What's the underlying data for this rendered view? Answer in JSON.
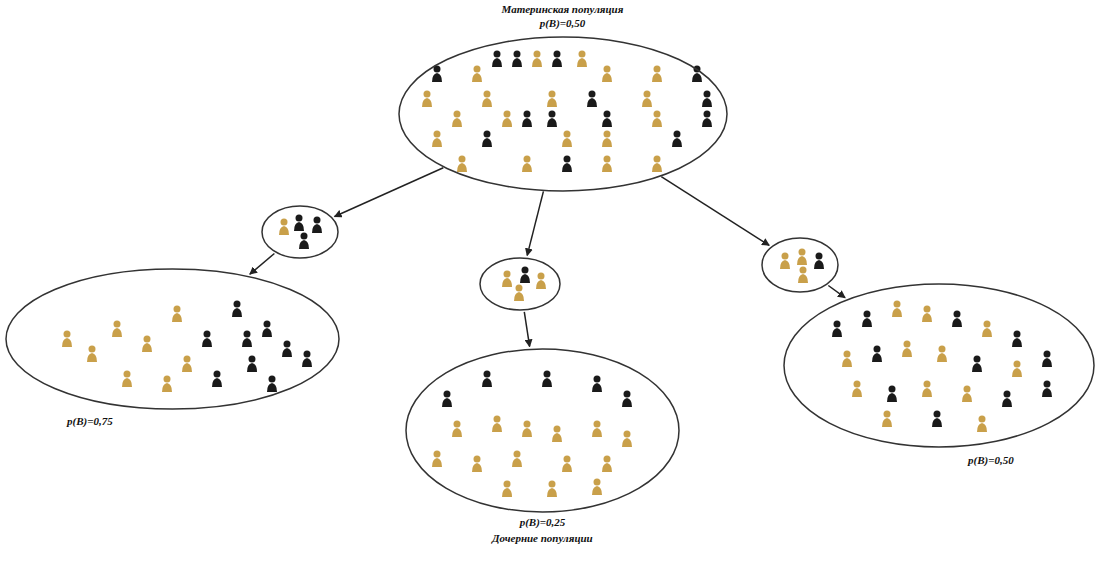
{
  "diagram": {
    "nodes": [
      {
        "text": [
          "Материнская популяция",
          "p(B)=0,50"
        ]
      },
      {
        "text": [
          "p(B)=0,75"
        ]
      },
      {
        "text": [
          "p(B)=0,25"
        ]
      },
      {
        "text": [
          "p(B)=0,50"
        ]
      }
    ],
    "edges": [
      {
        "from": 0,
        "to": 1,
        "arrow": "to"
      },
      {
        "from": 0,
        "to": 2,
        "arrow": "to"
      },
      {
        "from": 0,
        "to": 3,
        "arrow": "to"
      }
    ],
    "labels": [
      "Дочерние популяции"
    ]
  }
}
